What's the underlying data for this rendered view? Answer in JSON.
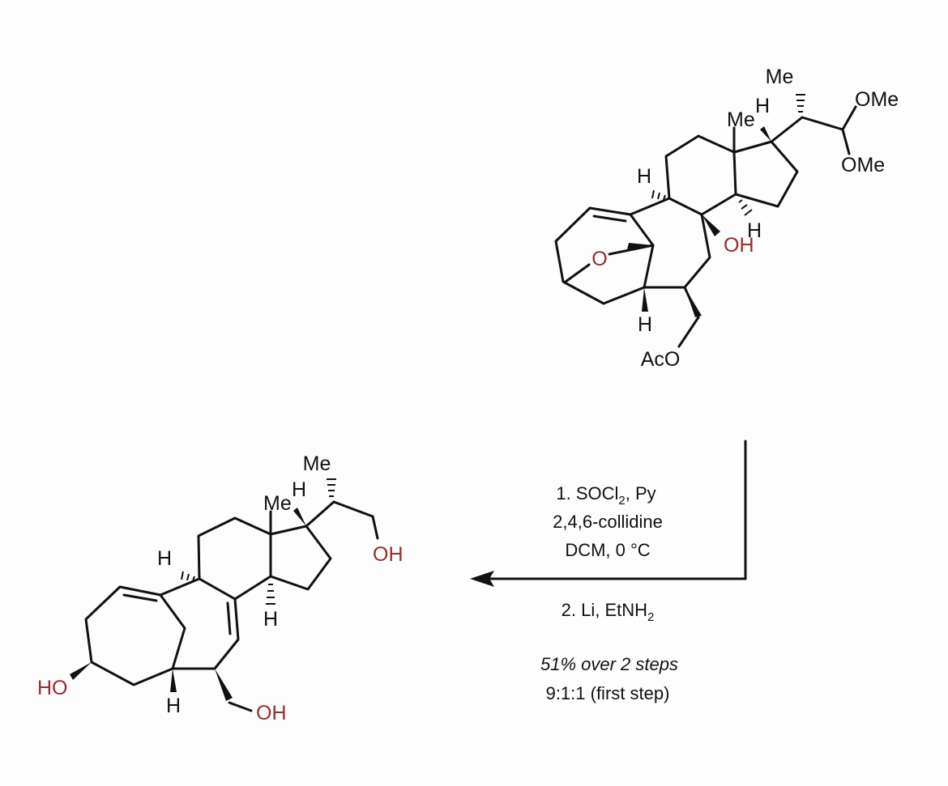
{
  "reactant": {
    "labels": {
      "me_top": "Me",
      "ome_1": "OMe",
      "ome_2": "OMe",
      "me_angular": "Me",
      "h_angular": "H",
      "h_left": "H",
      "oxygen_bridge": "O",
      "oh": "OH",
      "h_cd": "H",
      "h_bottom": "H",
      "aco": "AcO"
    }
  },
  "product": {
    "labels": {
      "me_top": "Me",
      "me_angular": "Me",
      "h_angular": "H",
      "oh_side": "OH",
      "h_left": "H",
      "h_cd": "H",
      "ho": "HO",
      "h_bottom": "H",
      "oh_bottom": "OH"
    }
  },
  "conditions": {
    "step1_line1_prefix": "1. SOCl",
    "step1_line1_sub": "2",
    "step1_line1_suffix": ", Py",
    "step1_line2": "2,4,6-collidine",
    "step1_line3": "DCM, 0 °C",
    "step2_prefix": "2. Li, EtNH",
    "step2_sub": "2",
    "yield": "51% over 2 steps",
    "ratio": "9:1:1 (first step)"
  },
  "colors": {
    "heteroatom": "#9b2b2b",
    "bond": "#111111"
  }
}
